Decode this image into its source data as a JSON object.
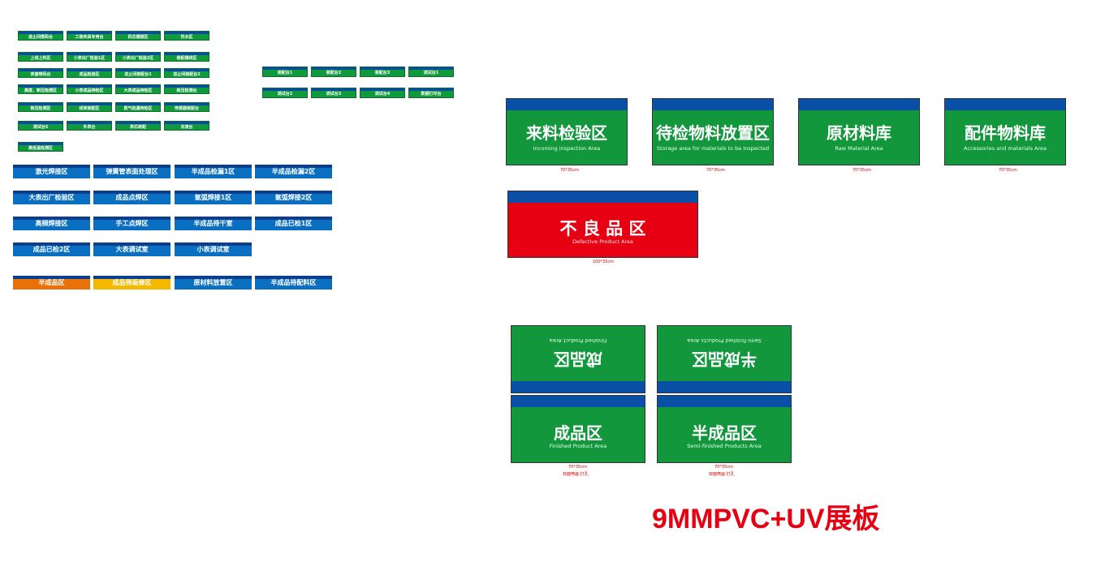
{
  "small_green_tags": [
    [
      "进止间搭码台",
      "工装夹具专用台",
      "机芯摆接区",
      "饮水区"
    ],
    [
      "上线上料区",
      "小表出厂检验1区",
      "小表出厂检验2区",
      "装配摆线区"
    ],
    [
      "表面喷码台",
      "成品检验区",
      "进止间装配台1",
      "进止间装配台2"
    ],
    [
      "高度、新压检测区",
      "小表成品待检区",
      "大表成品待检区",
      "新压检测台"
    ],
    [
      "新压检测区",
      "线束装配区",
      "氮气检漏待检区",
      "传感器装配台"
    ],
    [
      "调试台5",
      "外表台",
      "表芯装配",
      "充液台"
    ],
    [
      "高低温检测区"
    ]
  ],
  "mid_green_tags": [
    [
      "装配台1",
      "装配台2",
      "装配台3",
      "调试台1"
    ],
    [
      "调试台2",
      "调试台3",
      "调试台4",
      "数据打印台"
    ]
  ],
  "blue_tags": [
    [
      "激光焊接区",
      "弹簧管表面处理区",
      "半成品检漏1区",
      "半成品检漏2区"
    ],
    [
      "大表出厂检验区",
      "成品点焊区",
      "氩弧焊接1区",
      "氩弧焊接2区"
    ],
    [
      "高频焊接区",
      "手工点焊区",
      "半成品待干室",
      "成品已检1区"
    ],
    [
      "成品已检2区",
      "大表调试室",
      "小表调试室"
    ],
    [
      "半成品区",
      "成品待返修区",
      "原材料放置区",
      "半成品待配料区"
    ]
  ],
  "big_signs": [
    {
      "title": "来料检验区",
      "sub": "Incoming inspection Area",
      "size": "70*35cm"
    },
    {
      "title": "待检物料放置区",
      "sub": "Storage area for materials to be Inspected",
      "size": "70*35cm"
    },
    {
      "title": "原材料库",
      "sub": "Raw Material Area",
      "size": "70*35cm"
    },
    {
      "title": "配件物料库",
      "sub": "Accessories and materials Area",
      "size": "70*35cm"
    }
  ],
  "red_sign": {
    "title": "不 良 品 区",
    "sub": "Defective Product Area",
    "size": "100*35cm"
  },
  "double_signs": [
    {
      "title": "成品区",
      "sub": "Finished Product Area",
      "size": "70*35cm",
      "note": "双面喷画    打孔"
    },
    {
      "title": "半成品区",
      "sub": "Semi-finished Products Area",
      "size": "70*35cm",
      "note": "双面喷画    打孔"
    }
  ],
  "footer_text": "9MMPVC+UV展板",
  "colors": {
    "green": "#12973d",
    "blue": "#0a6fc1",
    "red": "#e60012",
    "orange": "#e8710a",
    "yellow": "#f5b800"
  }
}
